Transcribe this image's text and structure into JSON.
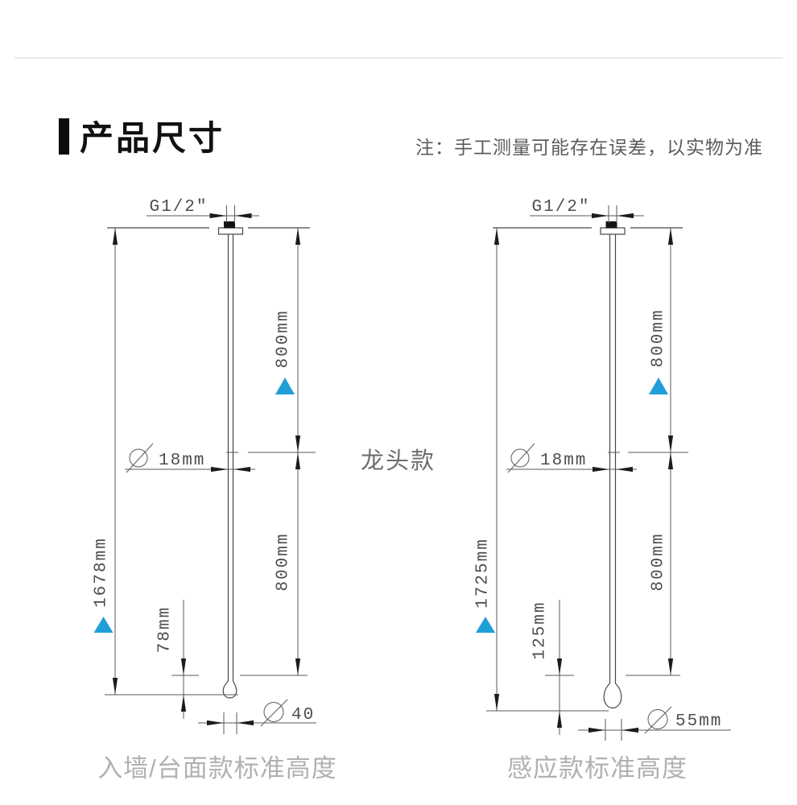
{
  "page": {
    "title": "产品尺寸",
    "note": "注：手工测量可能存在误差，以实物为准",
    "center_label": "龙头款",
    "accent_blue": "#1f9fd8"
  },
  "drawings": {
    "left": {
      "caption": "入墙/台面款标准高度",
      "thread_label": "G1/2\"",
      "total_height_label": "1678mm",
      "upper_segment_label": "800mm",
      "lower_segment_label": "800mm",
      "spout_section_label": "78mm",
      "diameter_symbol": "Ø",
      "pipe_diameter_value": "18mm",
      "tip_diameter_value": "40"
    },
    "right": {
      "caption": "感应款标准高度",
      "thread_label": "G1/2\"",
      "total_height_label": "1725mm",
      "upper_segment_label": "800mm",
      "lower_segment_label": "800mm",
      "spout_section_label": "125mm",
      "diameter_symbol": "Ø",
      "pipe_diameter_value": "18mm",
      "tip_diameter_value": "55mm"
    }
  }
}
